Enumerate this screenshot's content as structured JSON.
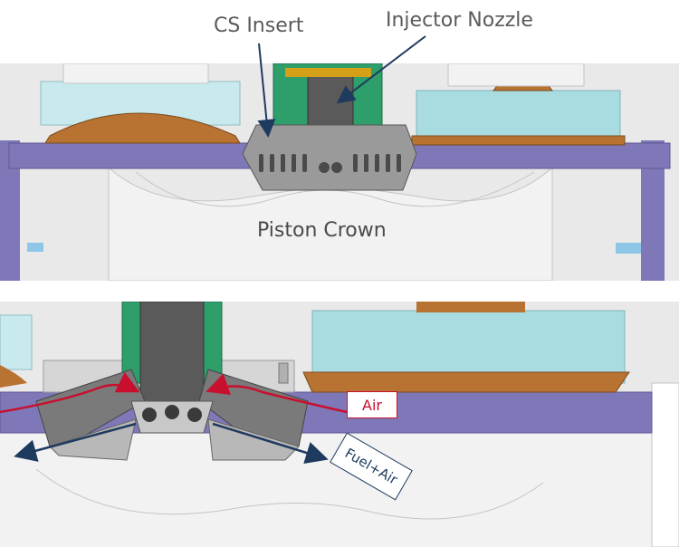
{
  "labels": {
    "cs_insert": "CS Insert",
    "injector_nozzle": "Injector Nozzle",
    "piston_crown": "Piston Crown",
    "air": "Air",
    "fuel_air": "Fuel+Air"
  },
  "colors": {
    "background": "#e9e9e9",
    "cylinder_head": "#7f78b8",
    "valve_seat": "#b87333",
    "valve_face": "#a8dce0",
    "injector_sleeve": "#2e9e6b",
    "insert_metal": "#8a8a8a",
    "air_arrow": "#c8102e",
    "spray_arrow": "#1f3a5f"
  }
}
